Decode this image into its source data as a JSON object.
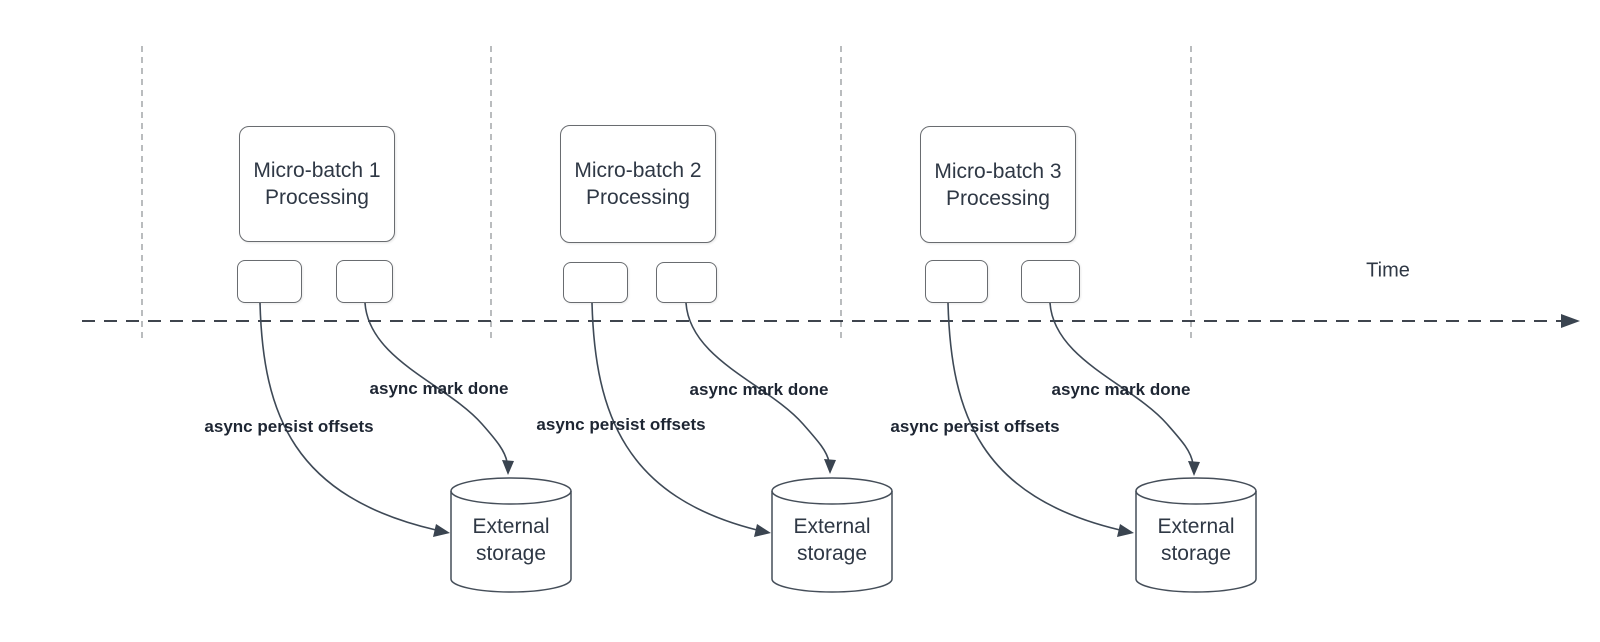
{
  "diagram": {
    "time_axis_label": "Time",
    "groups": [
      {
        "box_title": "Micro-batch 1",
        "box_subtitle": "Processing",
        "persist_arrow_label": "async persist offsets",
        "done_arrow_label": "async mark done",
        "storage_title": "External",
        "storage_subtitle": "storage"
      },
      {
        "box_title": "Micro-batch 2",
        "box_subtitle": "Processing",
        "persist_arrow_label": "async persist offsets",
        "done_arrow_label": "async mark done",
        "storage_title": "External",
        "storage_subtitle": "storage"
      },
      {
        "box_title": "Micro-batch 3",
        "box_subtitle": "Processing",
        "persist_arrow_label": "async persist offsets",
        "done_arrow_label": "async mark done",
        "storage_title": "External",
        "storage_subtitle": "storage"
      }
    ],
    "colors": {
      "background": "#ffffff",
      "node_border": "#696c70",
      "node_text": "#2f3845",
      "cylinder_stroke": "#454e59",
      "edge_stroke": "#3e4956",
      "arrowhead_fill": "#3a4450",
      "timeline_stroke": "#242b36",
      "gridline_stroke": "#a8abae",
      "edge_label_text": "#1e2633"
    }
  }
}
